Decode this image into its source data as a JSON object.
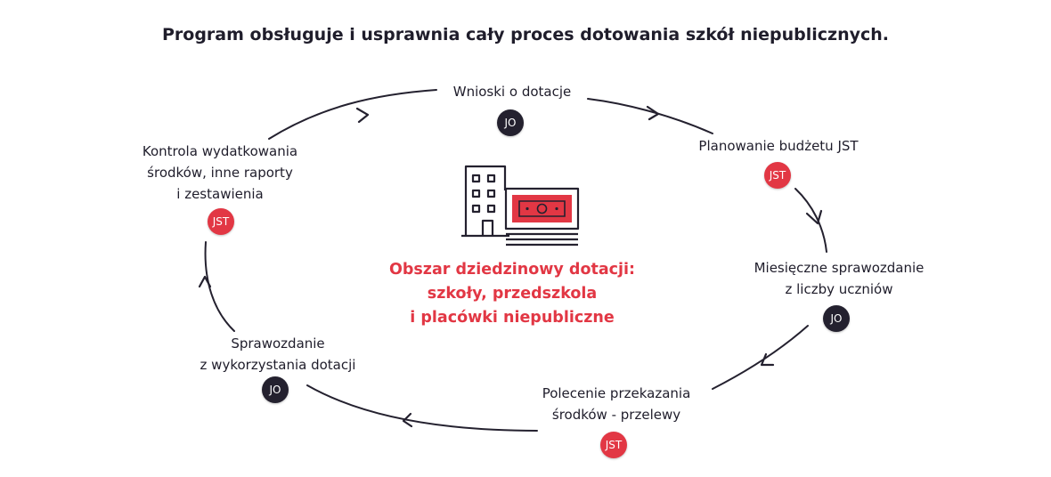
{
  "title": "Program obsługuje i usprawnia cały proces dotowania szkół niepublicznych.",
  "colors": {
    "dark": "#24212f",
    "accent": "#e23744",
    "text": "#1f1d2b"
  },
  "center": {
    "icon": "school-building-and-banknotes-icon",
    "lines": [
      "Obszar dziedzinowy dotacji:",
      "szkoły, przedszkola",
      "i placówki niepubliczne"
    ]
  },
  "steps": [
    {
      "lines": [
        "Wnioski o dotacje"
      ],
      "badge": "JO"
    },
    {
      "lines": [
        "Planowanie budżetu JST"
      ],
      "badge": "JST"
    },
    {
      "lines": [
        "Miesięczne sprawozdanie",
        "z liczby uczniów"
      ],
      "badge": "JO"
    },
    {
      "lines": [
        "Polecenie przekazania",
        "środków - przelewy"
      ],
      "badge": "JST"
    },
    {
      "lines": [
        "Sprawozdanie",
        "z wykorzystania dotacji"
      ],
      "badge": "JO"
    },
    {
      "lines": [
        "Kontrola wydatkowania",
        "środków, inne raporty",
        "i zestawienia"
      ],
      "badge": "JST"
    }
  ]
}
